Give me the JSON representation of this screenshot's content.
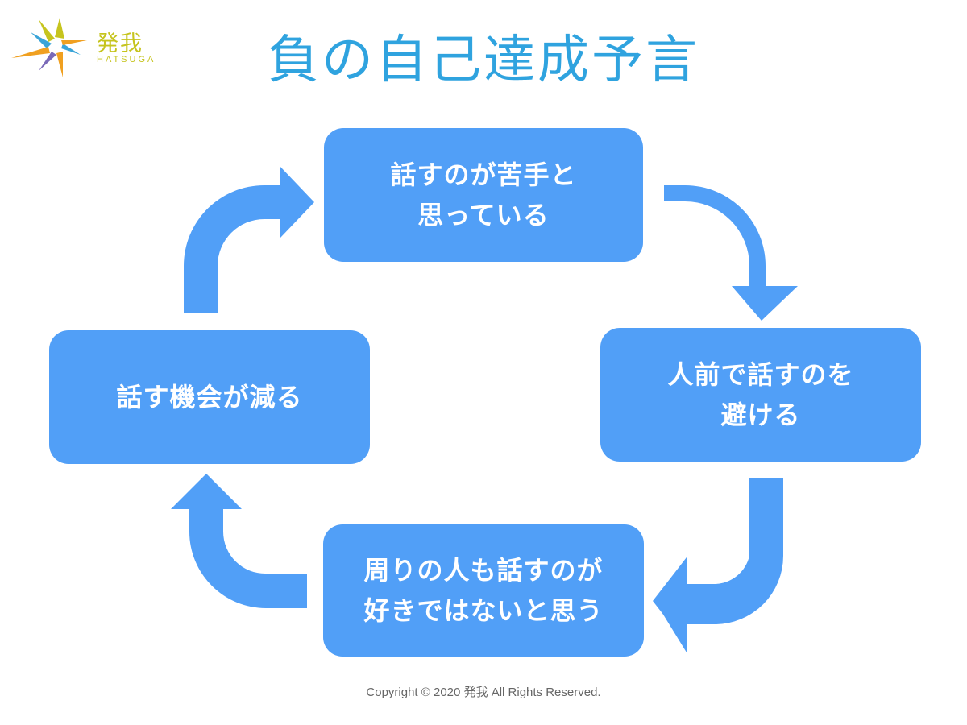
{
  "logo": {
    "name": "発我",
    "roman": "HATSUGA",
    "colors": [
      "#f0a020",
      "#c6c41e",
      "#3aa4d8",
      "#7a6ab8"
    ]
  },
  "title": "負の自己達成予言",
  "cycle": {
    "node_color": "#519ff7",
    "arrow_color": "#519ff7",
    "nodes": [
      {
        "line1": "話すのが苦手と",
        "line2": "思っている"
      },
      {
        "line1": "人前で話すのを",
        "line2": "避ける"
      },
      {
        "line1": "周りの人も話すのが",
        "line2": "好きではないと思う"
      },
      {
        "line1": "話す機会が減る",
        "line2": ""
      }
    ]
  },
  "footer": "Copyright © 2020 発我 All Rights Reserved."
}
